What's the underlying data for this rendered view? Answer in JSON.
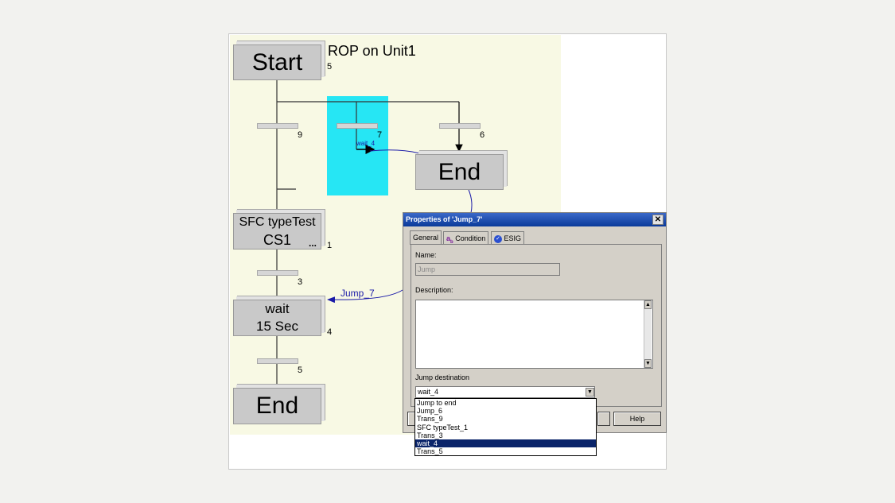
{
  "diagram": {
    "title": "ROP on Unit1",
    "steps": [
      {
        "lines": [
          "Start"
        ],
        "number": "5"
      },
      {
        "lines": [
          "End"
        ],
        "number": ""
      },
      {
        "lines": [
          "SFC typeTest",
          "CS1"
        ],
        "number": "1",
        "ellipsis": "..."
      },
      {
        "lines": [
          "wait",
          "15 Sec"
        ],
        "number": "4"
      },
      {
        "lines": [
          "End"
        ],
        "number": ""
      }
    ],
    "transitions": [
      {
        "number": "9"
      },
      {
        "number": "7"
      },
      {
        "number": "6"
      },
      {
        "number": "3"
      },
      {
        "number": "5"
      }
    ],
    "jump_small_label": "wait_4",
    "jump_label": "Jump_7",
    "colors": {
      "jump_highlight": "#26e6f4",
      "canvas": "#f8f9e4",
      "step": "#c9c9c9",
      "link": "#1a1aa8"
    }
  },
  "dialog": {
    "title": "Properties of 'Jump_7'",
    "close": "✕",
    "tabs": [
      {
        "label": "General",
        "icon": ""
      },
      {
        "label": "Condition",
        "icon": "condition-icon"
      },
      {
        "label": "ESIG",
        "icon": "esig-icon"
      }
    ],
    "name_label": "Name:",
    "name_value": "Jump",
    "description_label": "Description:",
    "description_value": "",
    "jump_dest_label": "Jump destination",
    "jump_dest_value": "wait_4",
    "dropdown_options": [
      "Jump to end",
      "Jump_6",
      "Trans_9",
      "SFC typeTest_1",
      "Trans_3",
      "wait_4",
      "Trans_5"
    ],
    "selected_option": "wait_4",
    "help_button": "Help"
  }
}
